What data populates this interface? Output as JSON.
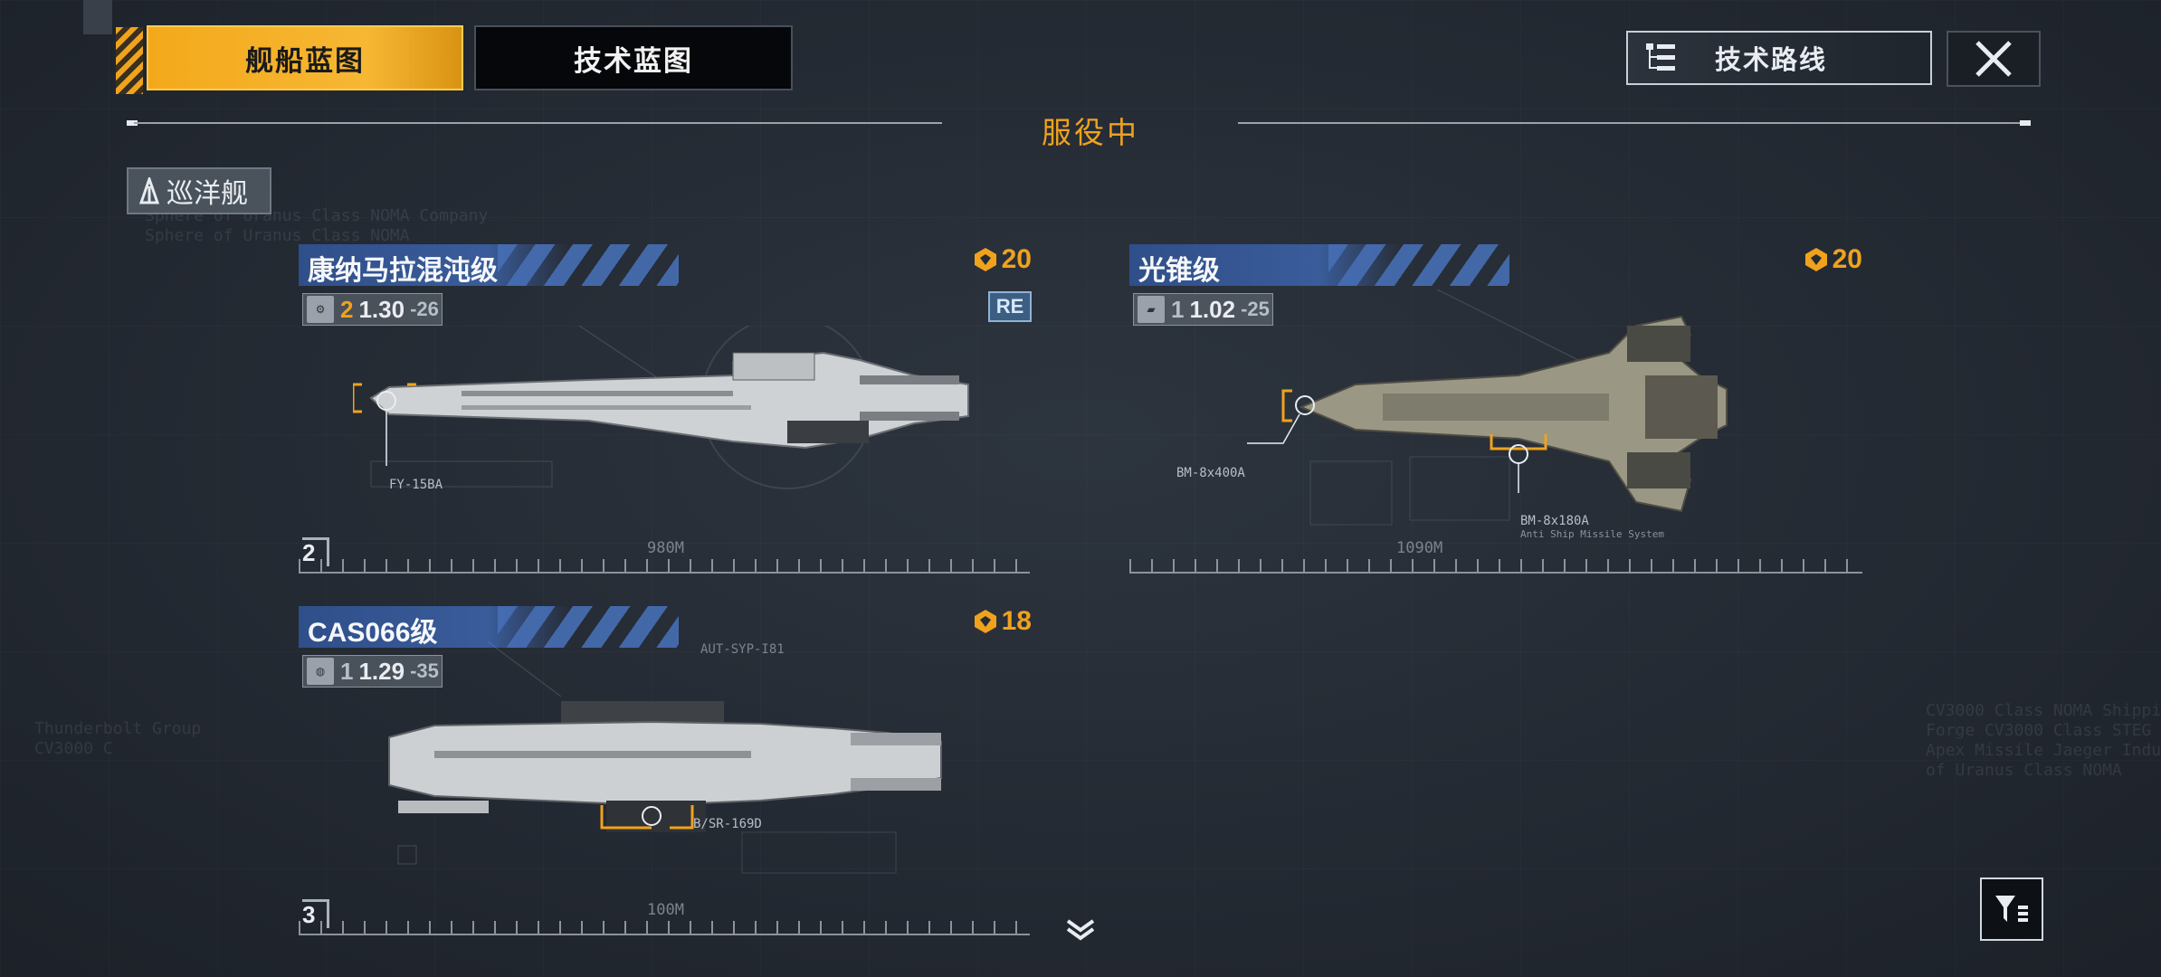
{
  "tabs": [
    {
      "label": "舰船蓝图",
      "active": true
    },
    {
      "label": "技术蓝图",
      "active": false
    }
  ],
  "tech_route_button": {
    "label": "技术路线",
    "icon": "tree-list-icon"
  },
  "close_button": {
    "icon": "close-icon"
  },
  "section_header": "服役中",
  "category": {
    "label": "巡洋舰",
    "icon": "cruiser-icon"
  },
  "ships": [
    {
      "name": "康纳马拉混沌级",
      "stats": {
        "icon": "ship-class-icon",
        "count": "2",
        "a": "1.30",
        "b": "-26"
      },
      "cost": "20",
      "badge": "RE",
      "index": "2",
      "length": "980M",
      "weapons": [
        "FY-15BA"
      ]
    },
    {
      "name": "光锥级",
      "stats": {
        "icon": "ship-class-icon",
        "count": "1",
        "a": "1.02",
        "b": "-25"
      },
      "cost": "20",
      "badge": "",
      "index": "",
      "length": "1090M",
      "weapons": [
        "BM-8x400A",
        "BM-8x180A",
        "Anti Ship Missile System"
      ]
    },
    {
      "name": "CAS066级",
      "stats": {
        "icon": "globe-icon",
        "count": "1",
        "a": "1.29",
        "b": "-35"
      },
      "cost": "18",
      "badge": "",
      "index": "3",
      "length": "100M",
      "weapons": [
        "B/SR-169D",
        "AUT-SYP-I81"
      ]
    }
  ],
  "colors": {
    "accent": "#f0a21d",
    "name_bar": "#2f4f8a",
    "background": "#252b34"
  }
}
